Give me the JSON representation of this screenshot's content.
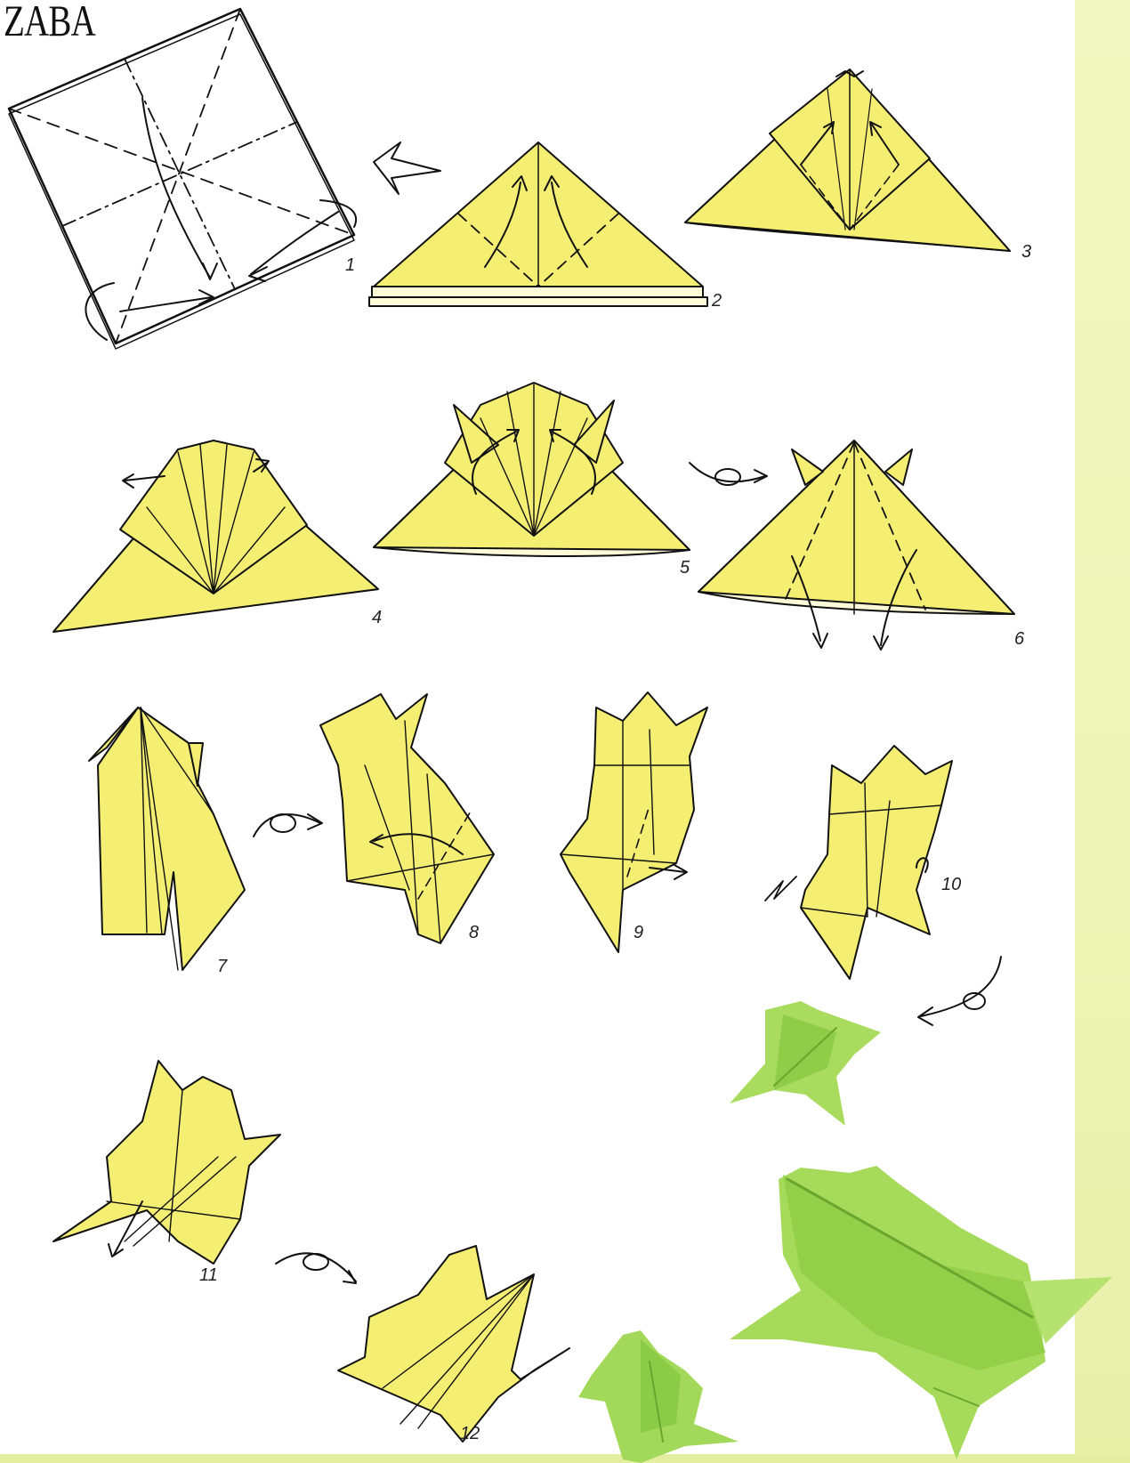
{
  "page": {
    "title": "ZABA",
    "colors": {
      "paper_yellow": "#f4ef73",
      "outline": "#111111",
      "frog_green": "#a9dc5e",
      "frog_green_dark": "#7cbf3c",
      "side_strip": "#eef4b6"
    }
  },
  "steps": [
    {
      "number": "1",
      "icon": "square-paper-with-crease-lines"
    },
    {
      "number": "2",
      "icon": "triangle-base"
    },
    {
      "number": "3",
      "icon": "triangle-with-kite-folds"
    },
    {
      "number": "4",
      "icon": "triangle-with-fan-folds"
    },
    {
      "number": "5",
      "icon": "triangle-with-raised-points"
    },
    {
      "number": "6",
      "icon": "triangle-with-legs-down"
    },
    {
      "number": "7",
      "icon": "frog-base-back"
    },
    {
      "number": "8",
      "icon": "frog-base-front"
    },
    {
      "number": "9",
      "icon": "fold-side-flap"
    },
    {
      "number": "10",
      "icon": "reverse-fold-legs"
    },
    {
      "number": "11",
      "icon": "fold-hind-legs"
    },
    {
      "number": "12",
      "icon": "finished-frog-diagram"
    }
  ],
  "photos": [
    "green-origami-frog-small-top",
    "green-origami-frog-large",
    "green-origami-frog-small-bottom"
  ]
}
